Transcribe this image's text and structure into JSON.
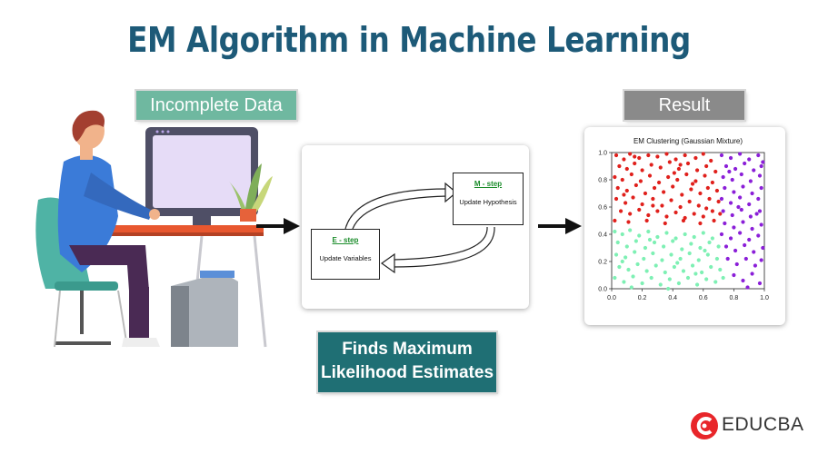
{
  "title": "EM Algorithm in Machine Learning",
  "labels": {
    "incomplete": "Incomplete Data",
    "result": "Result",
    "finds_line1": "Finds Maximum",
    "finds_line2": "Likelihood Estimates"
  },
  "em_diagram": {
    "m_step_title": "M - step",
    "m_step_text": "Update Hypothesis",
    "e_step_title": "E - step",
    "e_step_text": "Update Variables"
  },
  "chart_data": {
    "type": "scatter",
    "title": "EM Clustering (Gaussian Mixture)",
    "xlim": [
      0,
      1
    ],
    "ylim": [
      0,
      1
    ],
    "xticks": [
      "0.0",
      "0.2",
      "0.4",
      "0.6",
      "0.8",
      "1.0"
    ],
    "yticks": [
      "0.0",
      "0.2",
      "0.4",
      "0.6",
      "0.8",
      "1.0"
    ],
    "grid": false,
    "series": [
      {
        "color": "#e0201c",
        "points": [
          [
            0.03,
            0.98
          ],
          [
            0.08,
            0.95
          ],
          [
            0.12,
            0.99
          ],
          [
            0.18,
            0.96
          ],
          [
            0.24,
            0.98
          ],
          [
            0.3,
            0.97
          ],
          [
            0.36,
            0.99
          ],
          [
            0.42,
            0.95
          ],
          [
            0.48,
            0.98
          ],
          [
            0.55,
            0.96
          ],
          [
            0.6,
            0.99
          ],
          [
            0.65,
            0.94
          ],
          [
            0.05,
            0.9
          ],
          [
            0.1,
            0.88
          ],
          [
            0.15,
            0.92
          ],
          [
            0.2,
            0.87
          ],
          [
            0.26,
            0.91
          ],
          [
            0.32,
            0.89
          ],
          [
            0.38,
            0.93
          ],
          [
            0.44,
            0.88
          ],
          [
            0.5,
            0.92
          ],
          [
            0.56,
            0.87
          ],
          [
            0.62,
            0.9
          ],
          [
            0.68,
            0.86
          ],
          [
            0.02,
            0.82
          ],
          [
            0.07,
            0.8
          ],
          [
            0.13,
            0.84
          ],
          [
            0.19,
            0.79
          ],
          [
            0.25,
            0.83
          ],
          [
            0.31,
            0.78
          ],
          [
            0.37,
            0.82
          ],
          [
            0.43,
            0.8
          ],
          [
            0.49,
            0.84
          ],
          [
            0.55,
            0.79
          ],
          [
            0.61,
            0.83
          ],
          [
            0.66,
            0.78
          ],
          [
            0.04,
            0.74
          ],
          [
            0.1,
            0.72
          ],
          [
            0.16,
            0.76
          ],
          [
            0.22,
            0.7
          ],
          [
            0.28,
            0.74
          ],
          [
            0.34,
            0.71
          ],
          [
            0.4,
            0.75
          ],
          [
            0.46,
            0.69
          ],
          [
            0.52,
            0.73
          ],
          [
            0.58,
            0.7
          ],
          [
            0.63,
            0.74
          ],
          [
            0.69,
            0.72
          ],
          [
            0.03,
            0.66
          ],
          [
            0.09,
            0.63
          ],
          [
            0.14,
            0.67
          ],
          [
            0.2,
            0.62
          ],
          [
            0.27,
            0.66
          ],
          [
            0.33,
            0.61
          ],
          [
            0.39,
            0.65
          ],
          [
            0.45,
            0.6
          ],
          [
            0.51,
            0.64
          ],
          [
            0.57,
            0.61
          ],
          [
            0.64,
            0.66
          ],
          [
            0.7,
            0.64
          ],
          [
            0.06,
            0.57
          ],
          [
            0.12,
            0.55
          ],
          [
            0.18,
            0.58
          ],
          [
            0.24,
            0.54
          ],
          [
            0.3,
            0.57
          ],
          [
            0.36,
            0.53
          ],
          [
            0.42,
            0.56
          ],
          [
            0.48,
            0.52
          ],
          [
            0.54,
            0.55
          ],
          [
            0.6,
            0.53
          ],
          [
            0.66,
            0.57
          ],
          [
            0.71,
            0.55
          ],
          [
            0.02,
            0.5
          ],
          [
            0.11,
            0.49
          ],
          [
            0.23,
            0.5
          ],
          [
            0.35,
            0.48
          ],
          [
            0.47,
            0.5
          ],
          [
            0.58,
            0.48
          ],
          [
            0.67,
            0.5
          ],
          [
            0.15,
            0.97
          ],
          [
            0.45,
            0.91
          ],
          [
            0.27,
            0.61
          ],
          [
            0.53,
            0.77
          ],
          [
            0.08,
            0.69
          ],
          [
            0.41,
            0.85
          ],
          [
            0.62,
            0.59
          ]
        ]
      },
      {
        "color": "#8b1fd8",
        "points": [
          [
            0.72,
            0.98
          ],
          [
            0.78,
            0.96
          ],
          [
            0.84,
            0.99
          ],
          [
            0.9,
            0.95
          ],
          [
            0.96,
            0.98
          ],
          [
            0.99,
            0.93
          ],
          [
            0.75,
            0.9
          ],
          [
            0.81,
            0.88
          ],
          [
            0.87,
            0.92
          ],
          [
            0.93,
            0.87
          ],
          [
            0.98,
            0.9
          ],
          [
            0.73,
            0.82
          ],
          [
            0.79,
            0.8
          ],
          [
            0.85,
            0.84
          ],
          [
            0.91,
            0.79
          ],
          [
            0.97,
            0.83
          ],
          [
            0.74,
            0.74
          ],
          [
            0.8,
            0.71
          ],
          [
            0.86,
            0.75
          ],
          [
            0.92,
            0.7
          ],
          [
            0.98,
            0.74
          ],
          [
            0.72,
            0.66
          ],
          [
            0.78,
            0.63
          ],
          [
            0.84,
            0.67
          ],
          [
            0.9,
            0.62
          ],
          [
            0.96,
            0.66
          ],
          [
            0.73,
            0.57
          ],
          [
            0.79,
            0.54
          ],
          [
            0.85,
            0.58
          ],
          [
            0.91,
            0.53
          ],
          [
            0.97,
            0.57
          ],
          [
            0.74,
            0.48
          ],
          [
            0.8,
            0.45
          ],
          [
            0.86,
            0.49
          ],
          [
            0.92,
            0.44
          ],
          [
            0.98,
            0.47
          ],
          [
            0.72,
            0.4
          ],
          [
            0.78,
            0.37
          ],
          [
            0.84,
            0.41
          ],
          [
            0.9,
            0.36
          ],
          [
            0.96,
            0.39
          ],
          [
            0.75,
            0.31
          ],
          [
            0.81,
            0.28
          ],
          [
            0.87,
            0.32
          ],
          [
            0.93,
            0.27
          ],
          [
            0.99,
            0.3
          ],
          [
            0.76,
            0.22
          ],
          [
            0.82,
            0.18
          ],
          [
            0.88,
            0.22
          ],
          [
            0.94,
            0.17
          ],
          [
            0.98,
            0.21
          ],
          [
            0.8,
            0.1
          ],
          [
            0.86,
            0.06
          ],
          [
            0.92,
            0.11
          ],
          [
            0.97,
            0.04
          ],
          [
            0.89,
            0.01
          ],
          [
            0.95,
            0.55
          ],
          [
            0.83,
            0.6
          ],
          [
            0.77,
            0.86
          ]
        ]
      },
      {
        "color": "#7ef0b4",
        "points": [
          [
            0.02,
            0.42
          ],
          [
            0.07,
            0.4
          ],
          [
            0.12,
            0.43
          ],
          [
            0.18,
            0.39
          ],
          [
            0.24,
            0.42
          ],
          [
            0.3,
            0.38
          ],
          [
            0.36,
            0.41
          ],
          [
            0.42,
            0.37
          ],
          [
            0.48,
            0.4
          ],
          [
            0.54,
            0.38
          ],
          [
            0.6,
            0.41
          ],
          [
            0.66,
            0.37
          ],
          [
            0.04,
            0.34
          ],
          [
            0.1,
            0.31
          ],
          [
            0.16,
            0.35
          ],
          [
            0.22,
            0.3
          ],
          [
            0.28,
            0.34
          ],
          [
            0.34,
            0.31
          ],
          [
            0.4,
            0.35
          ],
          [
            0.46,
            0.29
          ],
          [
            0.52,
            0.33
          ],
          [
            0.58,
            0.3
          ],
          [
            0.64,
            0.34
          ],
          [
            0.7,
            0.31
          ],
          [
            0.03,
            0.25
          ],
          [
            0.09,
            0.23
          ],
          [
            0.15,
            0.27
          ],
          [
            0.21,
            0.22
          ],
          [
            0.27,
            0.26
          ],
          [
            0.33,
            0.21
          ],
          [
            0.39,
            0.25
          ],
          [
            0.45,
            0.22
          ],
          [
            0.51,
            0.26
          ],
          [
            0.57,
            0.21
          ],
          [
            0.63,
            0.25
          ],
          [
            0.69,
            0.22
          ],
          [
            0.05,
            0.16
          ],
          [
            0.11,
            0.14
          ],
          [
            0.17,
            0.18
          ],
          [
            0.23,
            0.13
          ],
          [
            0.29,
            0.17
          ],
          [
            0.35,
            0.12
          ],
          [
            0.41,
            0.16
          ],
          [
            0.47,
            0.13
          ],
          [
            0.53,
            0.17
          ],
          [
            0.59,
            0.12
          ],
          [
            0.65,
            0.16
          ],
          [
            0.71,
            0.14
          ],
          [
            0.02,
            0.08
          ],
          [
            0.08,
            0.05
          ],
          [
            0.14,
            0.09
          ],
          [
            0.2,
            0.04
          ],
          [
            0.26,
            0.08
          ],
          [
            0.32,
            0.03
          ],
          [
            0.38,
            0.07
          ],
          [
            0.44,
            0.04
          ],
          [
            0.5,
            0.08
          ],
          [
            0.56,
            0.03
          ],
          [
            0.62,
            0.07
          ],
          [
            0.68,
            0.05
          ],
          [
            0.13,
            0.01
          ],
          [
            0.37,
            0.0
          ],
          [
            0.55,
            0.11
          ],
          [
            0.25,
            0.36
          ],
          [
            0.43,
            0.19
          ],
          [
            0.61,
            0.28
          ],
          [
            0.07,
            0.2
          ],
          [
            0.73,
            0.08
          ]
        ]
      }
    ]
  },
  "logo": {
    "text": "EDUCBA",
    "icon": "educba-logo-icon",
    "color": "#e8262a"
  },
  "colors": {
    "title": "#1d5a78",
    "incomplete_bg": "#6fb8a0",
    "result_bg": "#8a8a8a",
    "finds_bg": "#1f6f74"
  }
}
